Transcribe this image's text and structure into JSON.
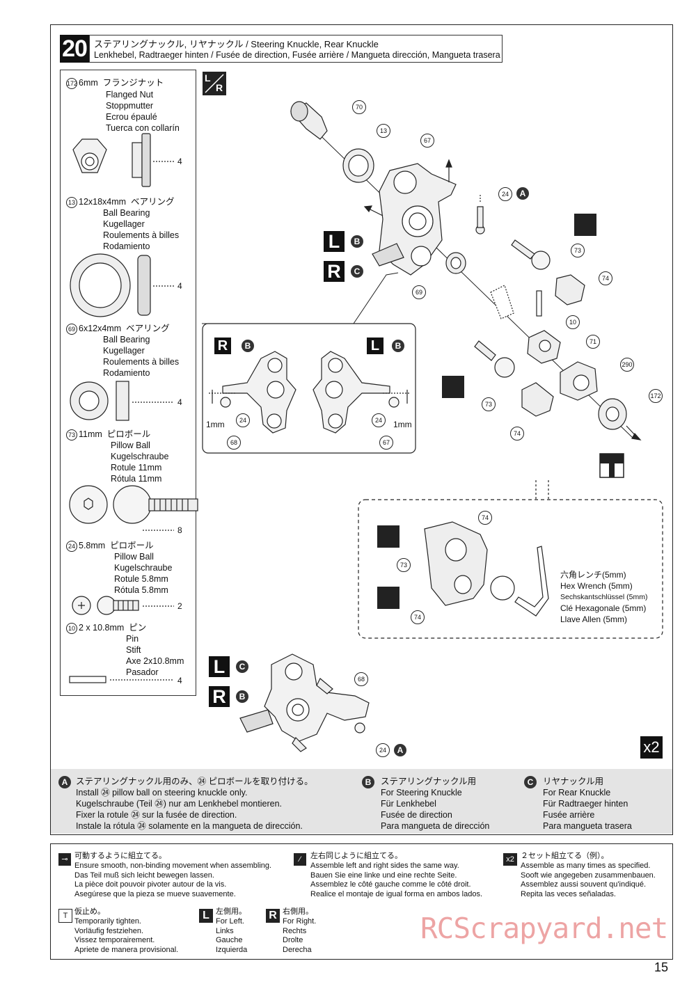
{
  "step": {
    "number": "20",
    "title_jp": "ステアリングナックル, リヤナックル",
    "title_en": "/ Steering Knuckle, Rear Knuckle",
    "title_multi": "Lenkhebel, Radtraeger hinten / Fusée de direction, Fusée arrière / Mangueta dirección, Mangueta trasera"
  },
  "parts": [
    {
      "num": "172",
      "size": "6mm",
      "jp": "フランジナット",
      "names": [
        "Flanged Nut",
        "Stoppmutter",
        "Ecrou épaulé",
        "Tuerca con collarín"
      ],
      "qty": "4"
    },
    {
      "num": "13",
      "size": "12x18x4mm",
      "jp": "ベアリング",
      "names": [
        "Ball Bearing",
        "Kugellager",
        "Roulements à billes",
        "Rodamiento"
      ],
      "qty": "4"
    },
    {
      "num": "69",
      "size": "6x12x4mm",
      "jp": "ベアリング",
      "names": [
        "Ball Bearing",
        "Kugellager",
        "Roulements à billes",
        "Rodamiento"
      ],
      "qty": "4"
    },
    {
      "num": "73",
      "size": "11mm",
      "jp": "ピロボール",
      "names": [
        "Pillow Ball",
        "Kugelschraube",
        "Rotule 11mm",
        "Rótula 11mm"
      ],
      "qty": "8"
    },
    {
      "num": "24",
      "size": "5.8mm",
      "jp": "ピロボール",
      "names": [
        "Pillow Ball",
        "Kugelschraube",
        "Rotule 5.8mm",
        "Rótula 5.8mm"
      ],
      "qty": "2"
    },
    {
      "num": "10",
      "size": "2 x 10.8mm",
      "jp": "ピン",
      "names": [
        "Pin",
        "Stift",
        "Axe 2x10.8mm",
        "Pasador"
      ],
      "qty": "4"
    }
  ],
  "diagram": {
    "lr_icon_top": "L",
    "lr_icon_bottom": "R",
    "label_L": "L",
    "label_R": "R",
    "badge_A": "A",
    "badge_B": "B",
    "badge_C": "C",
    "callouts": [
      "70",
      "13",
      "67",
      "24",
      "73",
      "74",
      "69",
      "10",
      "71",
      "290",
      "172",
      "73",
      "74",
      "68",
      "67",
      "24",
      "24",
      "74",
      "73",
      "74",
      "68",
      "24"
    ],
    "dim_1mm": "1mm",
    "wrench_jp": "六角レンチ(5mm)",
    "wrench_names": [
      "Hex Wrench (5mm)",
      "Sechskantschlüssel (5mm)",
      "Clé Hexagonale (5mm)",
      "Llave Allen (5mm)"
    ],
    "x2": "x2"
  },
  "notes": {
    "A": {
      "badge": "A",
      "lines": [
        "ステアリングナックル用のみ、㉔ ピロボールを取り付ける。",
        "Install ㉔ pillow ball on steering knuckle only.",
        "Kugelschraube (Teil ㉔) nur am Lenkhebel montieren.",
        "Fixer la rotule ㉔ sur la fusée de direction.",
        "Instale la rótula ㉔ solamente en la mangueta de dirección."
      ]
    },
    "B": {
      "badge": "B",
      "lines": [
        "ステアリングナックル用",
        "For Steering Knuckle",
        "Für Lenkhebel",
        "Fusée de direction",
        "Para mangueta de dirección"
      ]
    },
    "C": {
      "badge": "C",
      "lines": [
        "リヤナックル用",
        "For Rear Knuckle",
        "Für Radtraeger hinten",
        "Fusée arrière",
        "Para mangueta trasera"
      ]
    }
  },
  "legend": {
    "smooth": [
      "可動するように組立てる。",
      "Ensure smooth, non-binding movement when assembling.",
      "Das Teil muß sich leicht bewegen lassen.",
      "La pièce doit pouvoir pivoter autour de la vis.",
      "Asegúrese que la pieza se mueve suavemente."
    ],
    "lr": [
      "左右同じように組立てる。",
      "Assemble left and right sides the same way.",
      "Bauen Sie eine linke und eine rechte Seite.",
      "Assemblez le côté gauche comme le côté droit.",
      "Realice el montaje de igual forma en ambos lados."
    ],
    "x2": [
      "２セット組立てる（例）。",
      "Assemble as many times as specified.",
      "Sooft wie angegeben zusammenbauen.",
      "Assemblez aussi souvent qu'indiqué.",
      "Repita las veces señaladas."
    ],
    "temp": [
      "仮止め。",
      "Temporarily tighten.",
      "Vorläufig festziehen.",
      "Vissez temporairement.",
      "Apriete de manera provisional."
    ],
    "left": [
      "左側用。",
      "For Left.",
      "Links",
      "Gauche",
      "Izquierda"
    ],
    "right": [
      "右側用。",
      "For Right.",
      "Rechts",
      "Drolte",
      "Derecha"
    ],
    "icon_x2": "x2",
    "icon_L": "L",
    "icon_R": "R"
  },
  "watermark": "RCScrapyard.net",
  "page_number": "15"
}
